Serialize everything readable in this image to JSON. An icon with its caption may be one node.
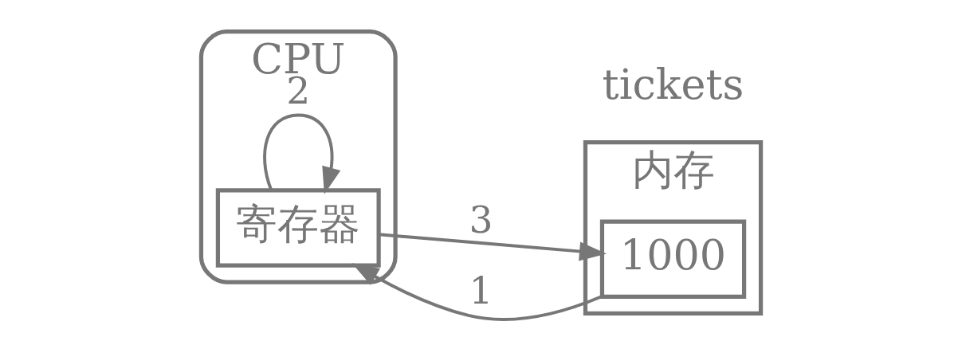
{
  "diagram": {
    "nodes": [
      {
        "text": [
          "CPU"
        ]
      },
      {
        "text": [
          "寄存器"
        ],
        "in": 0
      },
      {
        "text": [
          "内存"
        ]
      },
      {
        "text": [
          "1000"
        ],
        "in": 2,
        "beside": [
          "tickets"
        ]
      }
    ],
    "edges": [
      {
        "from": 3,
        "to": 1,
        "arrow": "to",
        "label": "1"
      },
      {
        "from": 1,
        "to": 1,
        "arrow": "to",
        "label": "2"
      },
      {
        "from": 1,
        "to": 3,
        "arrow": "to",
        "label": "3"
      }
    ]
  }
}
